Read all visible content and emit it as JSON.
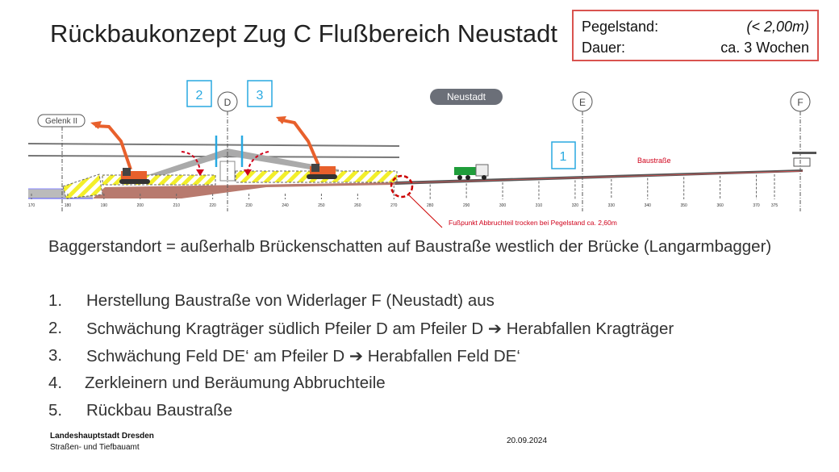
{
  "title": "Rückbaukonzept Zug C Flußbereich Neustadt",
  "infobox": {
    "pegel_label": "Pegelstand:",
    "pegel_value": "(< 2,00m)",
    "dauer_label": "Dauer:",
    "dauer_value": "ca. 3 Wochen",
    "border_color": "#d9534f"
  },
  "diagram": {
    "gelenk_label": "Gelenk II",
    "neustadt_label": "Neustadt",
    "pier_labels": [
      "D",
      "E",
      "F"
    ],
    "step_markers": [
      "1",
      "2",
      "3"
    ],
    "baustrasse_label": "Baustraße",
    "fusspunkt_note": "Fußpunkt Abbruchteil trocken bei Pegelstand ca. 2,60m",
    "station_ticks": [
      "170",
      "180",
      "190",
      "200",
      "210",
      "220",
      "230",
      "240",
      "250",
      "260",
      "270",
      "280",
      "290",
      "300",
      "310",
      "320",
      "330",
      "340",
      "350",
      "360",
      "370",
      "375"
    ],
    "colors": {
      "marker": "#29a9e1",
      "annotation": "#d0021b",
      "excavator": "#e8602c",
      "fill": "#b87a6e"
    }
  },
  "body": {
    "paragraph": "Baggerstandort = außerhalb Brückenschatten auf Baustraße westlich der Brücke (Langarmbagger)",
    "items": [
      {
        "num": "1.",
        "text": "Herstellung Baustraße von Widerlager F (Neustadt) aus"
      },
      {
        "num": "2.",
        "text": "Schwächung Kragträger südlich Pfeiler D am Pfeiler D ➔ Herabfallen Kragträger"
      },
      {
        "num": "3.",
        "text": "Schwächung Feld DE‘ am Pfeiler D ➔ Herabfallen Feld DE‘"
      },
      {
        "num": "4.",
        "text": "Zerkleinern und Beräumung Abbruchteile"
      },
      {
        "num": "5.",
        "text": "Rückbau Baustraße"
      }
    ]
  },
  "footer": {
    "org": "Landeshauptstadt Dresden",
    "dept": "Straßen- und Tiefbauamt",
    "date": "20.09.2024"
  }
}
